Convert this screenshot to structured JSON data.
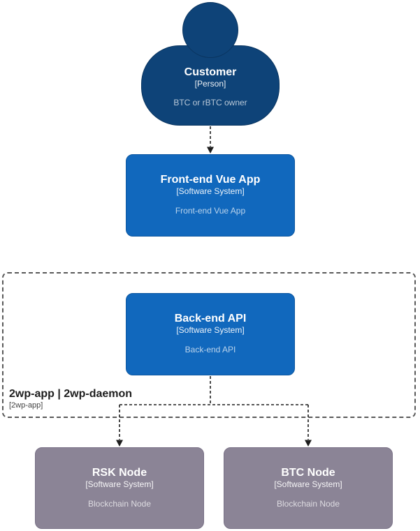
{
  "diagram": {
    "nodes": {
      "person": {
        "title": "Customer",
        "type": "[Person]",
        "description": "BTC or rBTC owner"
      },
      "frontend": {
        "title": "Front-end Vue App",
        "type": "[Software System]",
        "description": "Front-end Vue App"
      },
      "backend": {
        "title": "Back-end API",
        "type": "[Software System]",
        "description": "Back-end API"
      },
      "rsk": {
        "title": "RSK Node",
        "type": "[Software System]",
        "description": "Blockchain Node"
      },
      "btc": {
        "title": "BTC Node",
        "type": "[Software System]",
        "description": "Blockchain Node"
      }
    },
    "boundary": {
      "title": "2wp-app | 2wp-daemon",
      "subtitle": "[2wp-app]"
    },
    "colors": {
      "person_fill": "#0e4378",
      "system_fill": "#1168bd",
      "external_fill": "#8b8496",
      "relationship": "#1d1d1d",
      "boundary_border": "#595959",
      "background": "#ffffff"
    }
  }
}
